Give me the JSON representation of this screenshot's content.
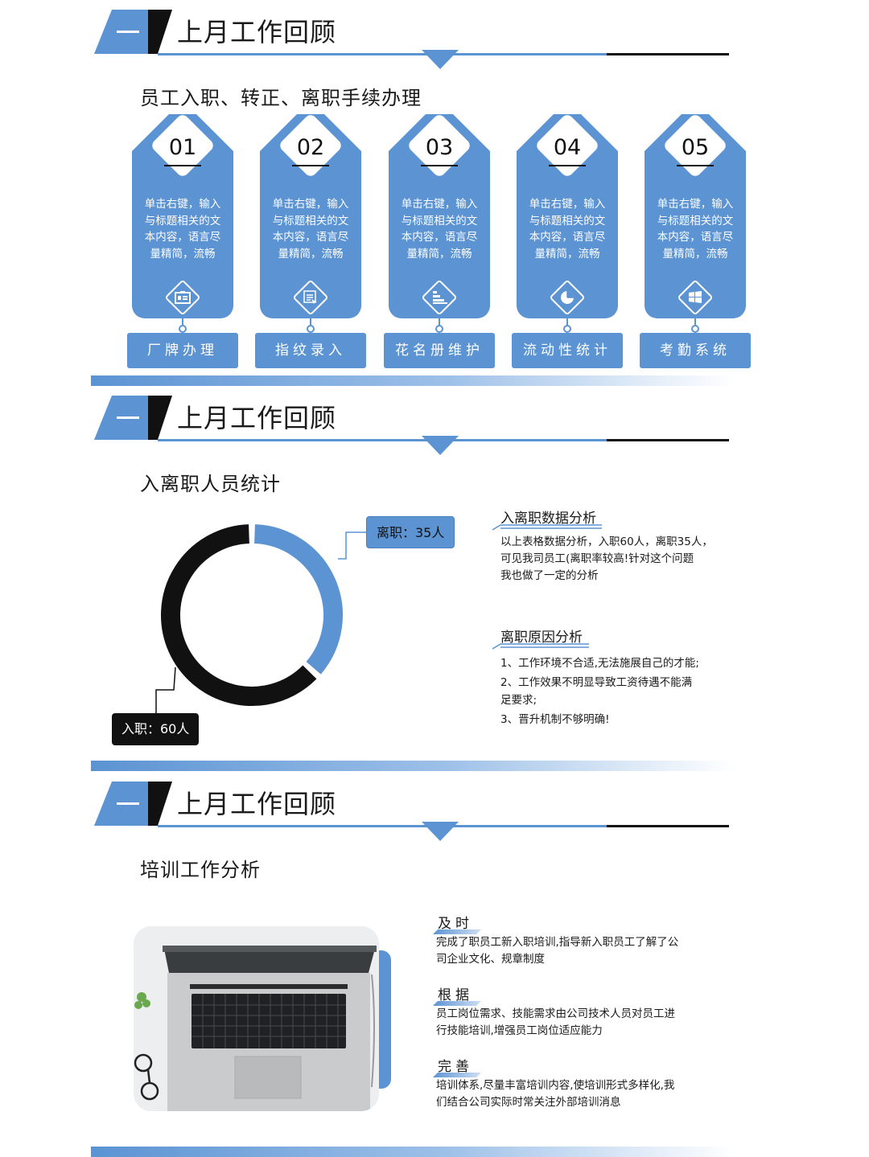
{
  "sections": [
    {
      "header": {
        "dash": "—",
        "title": "上月工作回顾"
      },
      "subtitle": "员工入职、转正、离职手续办理"
    },
    {
      "header": {
        "dash": "—",
        "title": "上月工作回顾"
      },
      "subtitle": "入离职人员统计"
    },
    {
      "header": {
        "dash": "—",
        "title": "上月工作回顾"
      },
      "subtitle": "培训工作分析"
    }
  ],
  "cards": [
    {
      "num": "01",
      "text": "单击右键，输入与标题相关的文本内容，语言尽量精简，流畅",
      "icon": "id-card-icon",
      "label": "厂牌办理"
    },
    {
      "num": "02",
      "text": "单击右键，输入与标题相关的文本内容，语言尽量精简，流畅",
      "icon": "fingerprint-icon",
      "label": "指纹录入"
    },
    {
      "num": "03",
      "text": "单击右键，输入与标题相关的文本内容，语言尽量精简，流畅",
      "icon": "bar-stack-icon",
      "label": "花名册维护"
    },
    {
      "num": "04",
      "text": "单击右键，输入与标题相关的文本内容，语言尽量精简，流畅",
      "icon": "pie-chart-icon",
      "label": "流动性统计"
    },
    {
      "num": "05",
      "text": "单击右键，输入与标题相关的文本内容，语言尽量精简，流畅",
      "icon": "windows-icon",
      "label": "考勤系统"
    }
  ],
  "chart_data": {
    "type": "pie",
    "title": "",
    "categories": [
      "离职",
      "入职"
    ],
    "values": [
      35,
      60
    ],
    "colors": [
      "#5b93d3",
      "#111111"
    ],
    "labels": [
      "离职：35人",
      "入职：60人"
    ]
  },
  "analysis": {
    "data_head": "入离职数据分析",
    "data_text": [
      "以上表格数据分析，入职60人，离职35人，",
      "可见我司员工(离职率较高!针对这个问题",
      "我也做了一定的分析"
    ],
    "reason_head": "离职原因分析",
    "reasons": [
      "1、工作环境不合适,无法施展自己的才能;",
      "2、工作效果不明显导致工资待遇不能满",
      "足要求;",
      "3、晋升机制不够明确!"
    ]
  },
  "training": [
    {
      "head": "及时",
      "text": [
        "完成了职员工新入职培训,指导新入职员工了解了公",
        "司企业文化、规章制度"
      ]
    },
    {
      "head": "根据",
      "text": [
        "员工岗位需求、技能需求由公司技术人员对员工进",
        "行技能培训,增强员工岗位适应能力"
      ]
    },
    {
      "head": "完善",
      "text": [
        "培训体系,尽量丰富培训内容,使培训形式多样化,我",
        "们结合公司实际时常关注外部培训消息"
      ]
    }
  ],
  "colors": {
    "accent": "#5b93d3",
    "dark": "#111111"
  }
}
